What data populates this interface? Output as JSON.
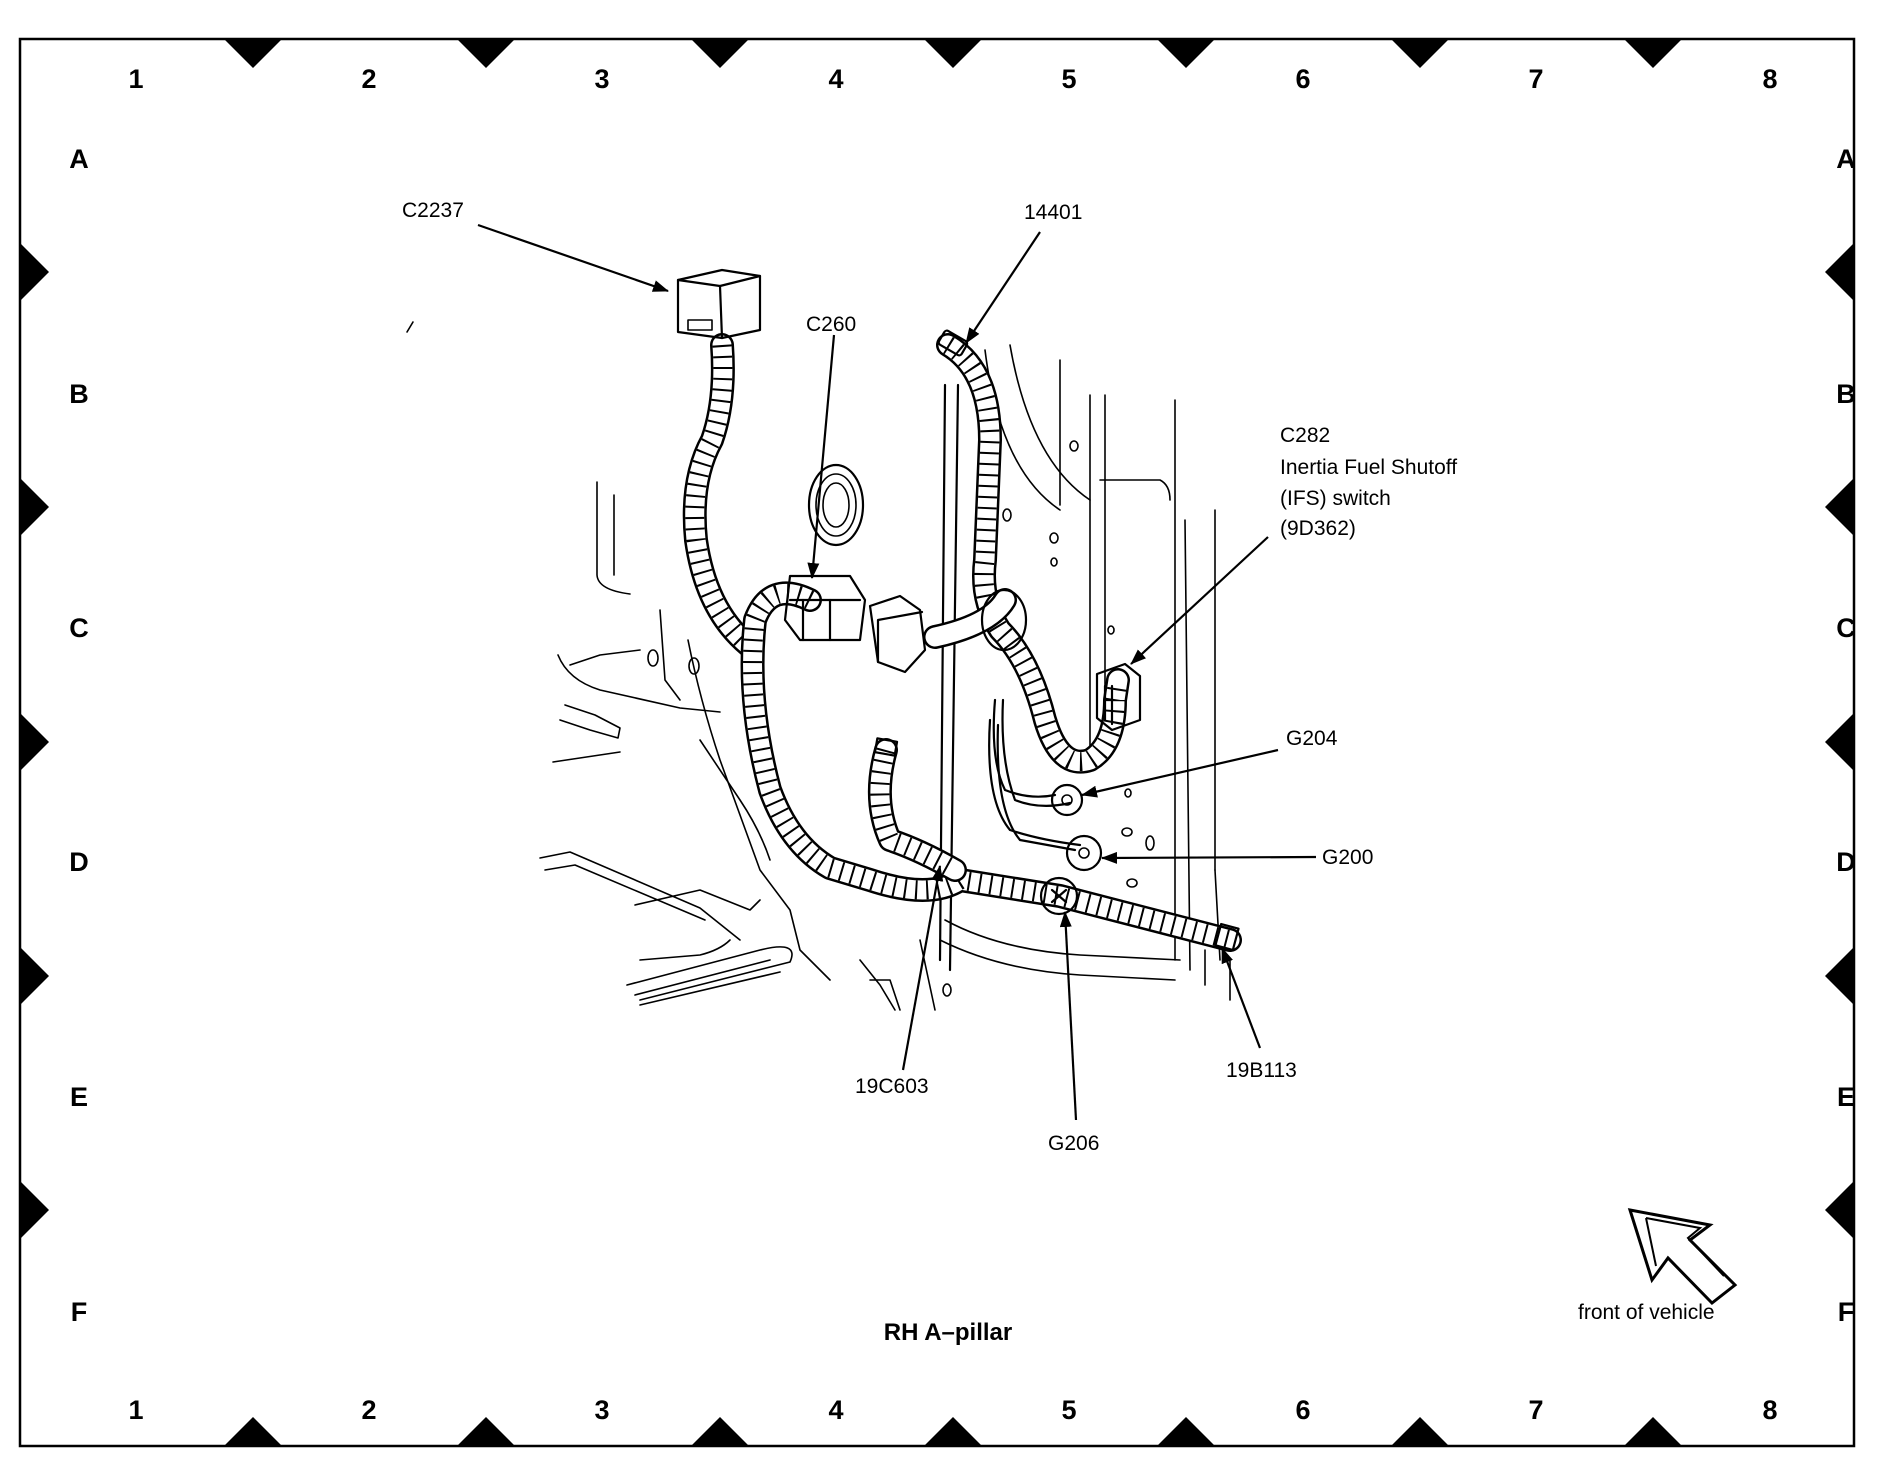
{
  "grid": {
    "columns": [
      "1",
      "2",
      "3",
      "4",
      "5",
      "6",
      "7",
      "8"
    ],
    "rows": [
      "A",
      "B",
      "C",
      "D",
      "E",
      "F"
    ]
  },
  "labels": {
    "c2237": "C2237",
    "c14401": "14401",
    "c260": "C260",
    "c282_line1": "C282",
    "c282_line2": "Inertia Fuel Shutoff",
    "c282_line3": "(IFS) switch",
    "c282_line4": "(9D362)",
    "g204": "G204",
    "g200": "G200",
    "g206": "G206",
    "h19c603": "19C603",
    "h19b113": "19B113"
  },
  "caption": "RH A–pillar",
  "orientation": {
    "label": "front of vehicle",
    "icon": "direction-arrow-icon"
  }
}
